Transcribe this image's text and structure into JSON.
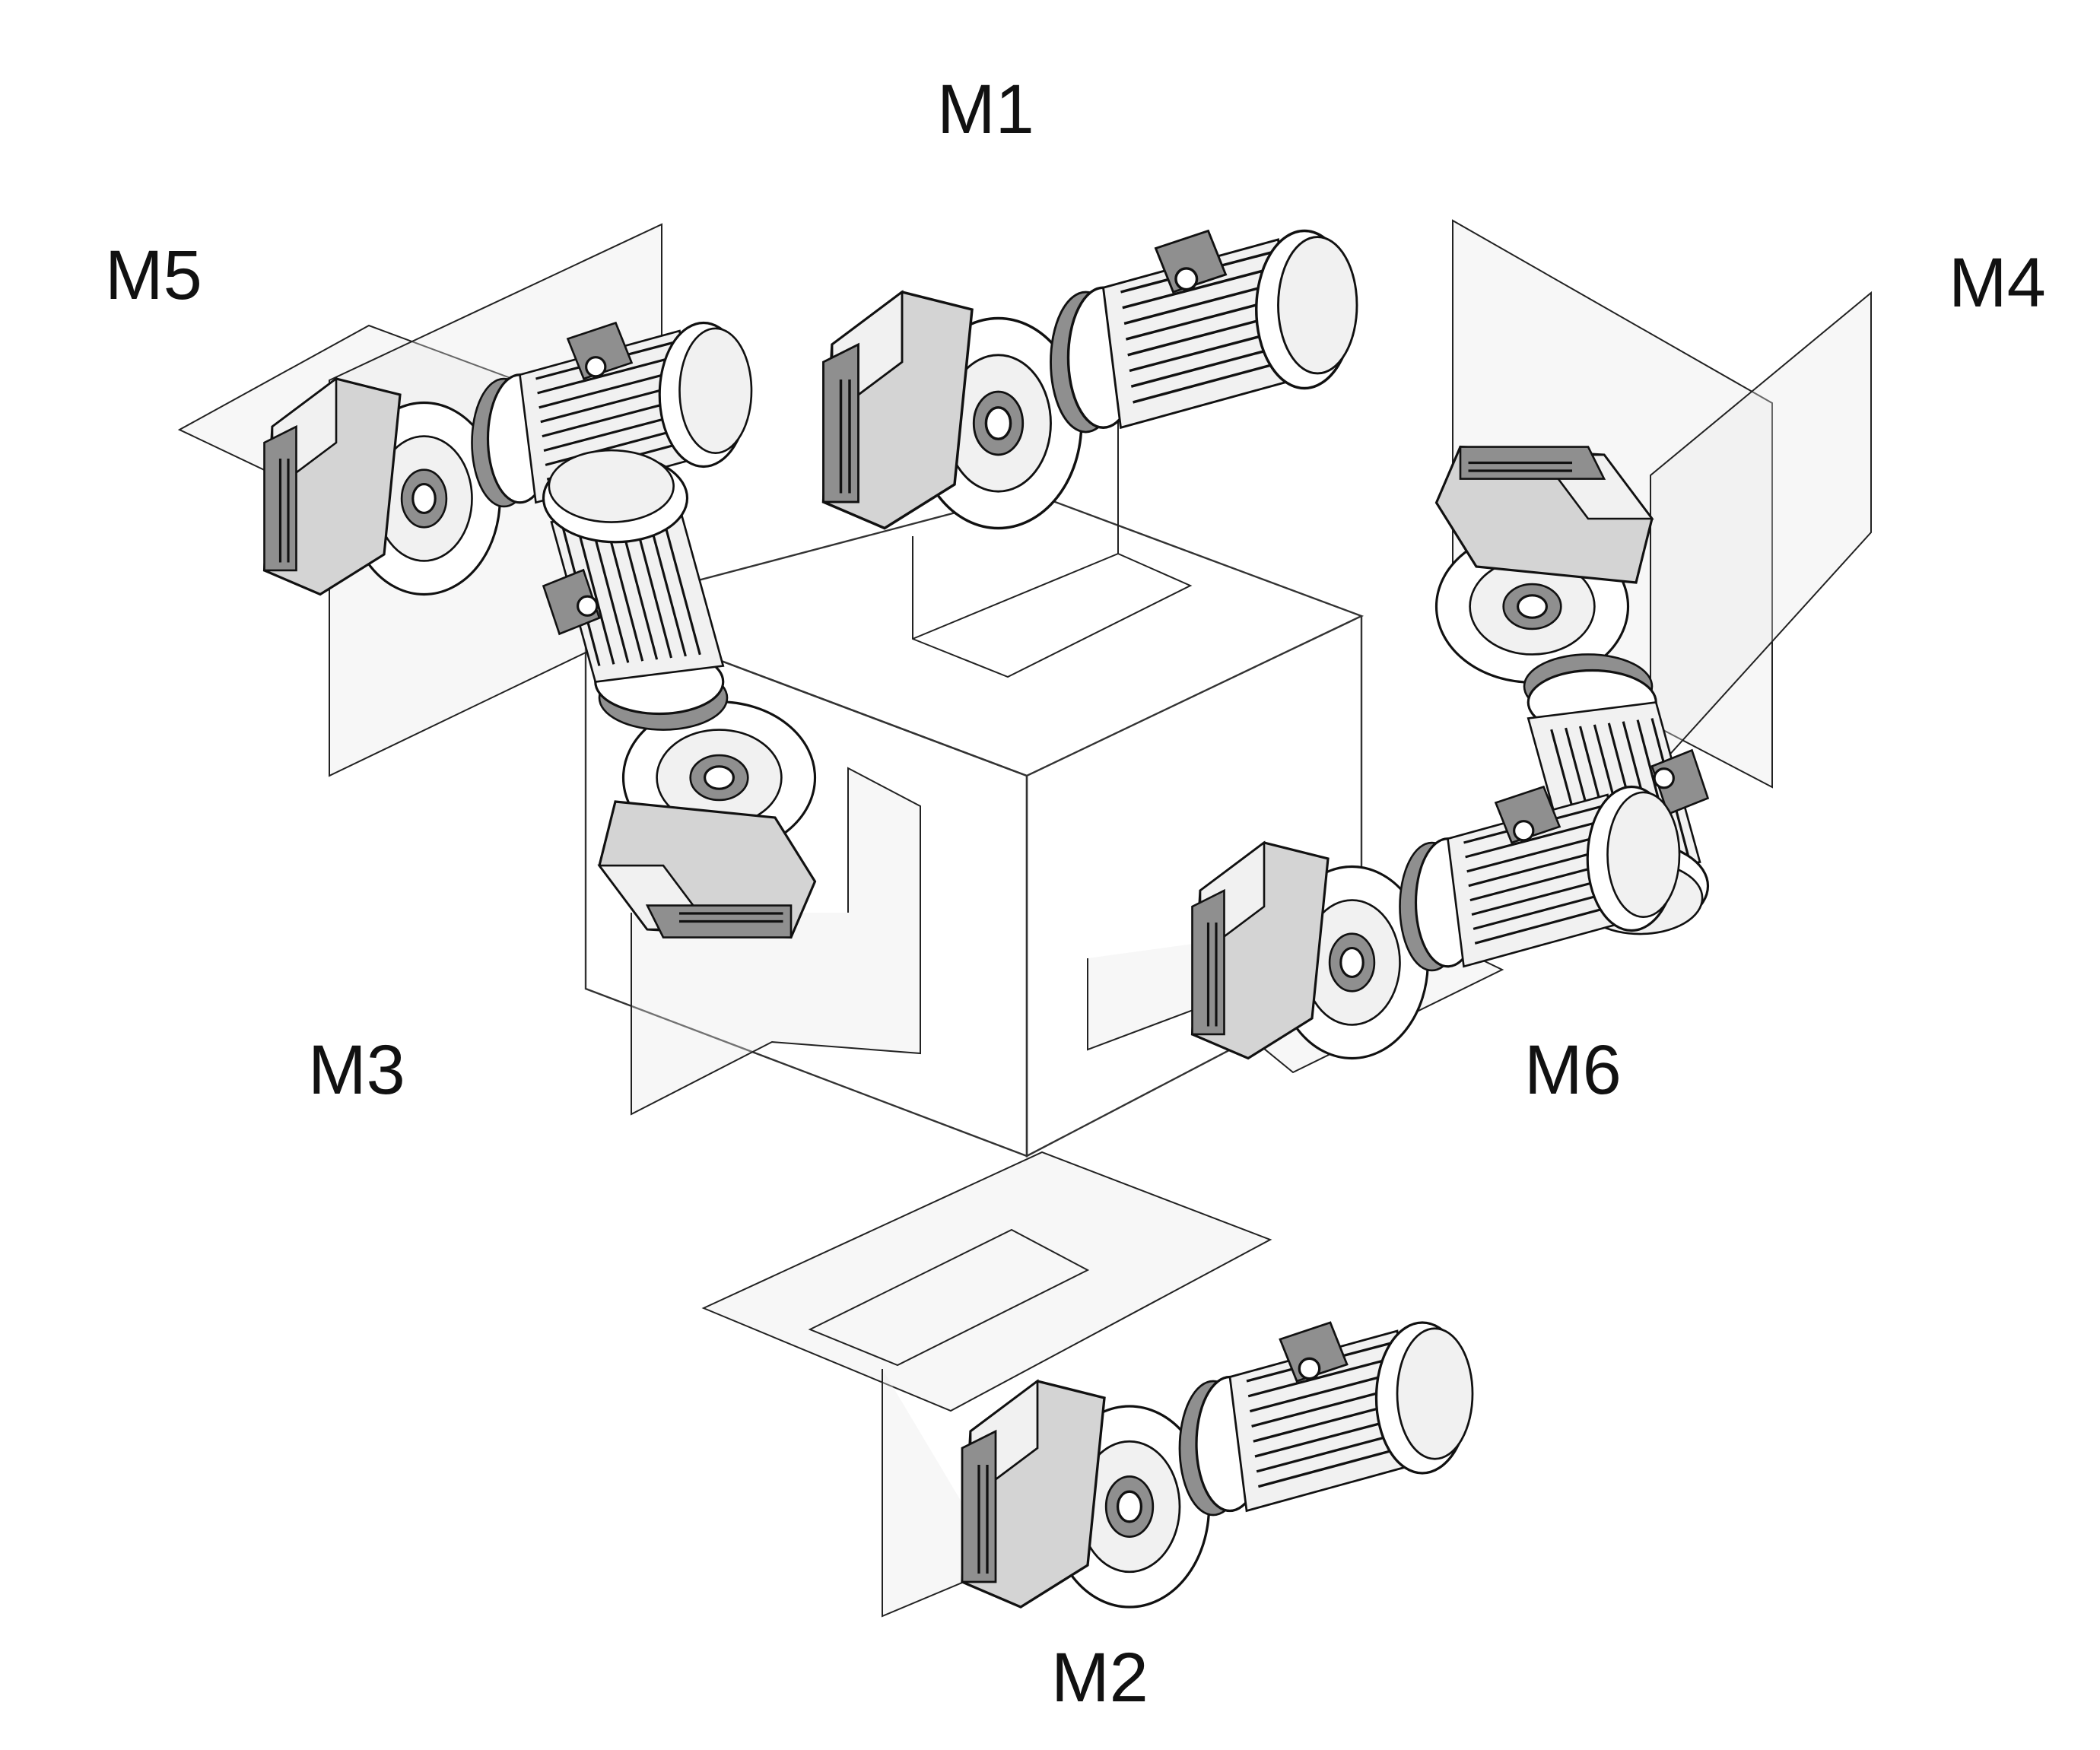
{
  "labels": {
    "m1": "M1",
    "m2": "M2",
    "m3": "M3",
    "m4": "M4",
    "m5": "M5",
    "m6": "M6"
  },
  "icons": [
    "gearmotor-icon"
  ],
  "colors": {
    "line": "#222222",
    "body": "#d4d4d4",
    "dark": "#8f8f8f"
  }
}
